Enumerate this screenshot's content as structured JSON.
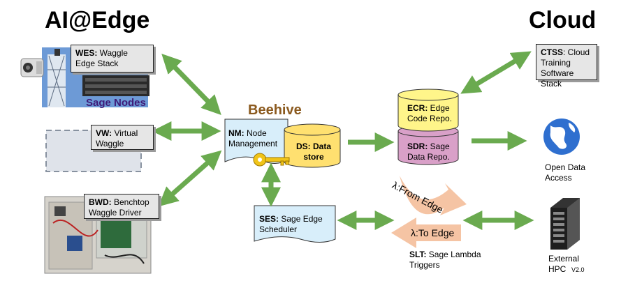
{
  "titles": {
    "left": "AI@Edge",
    "right": "Cloud",
    "center": "Beehive"
  },
  "boxes": {
    "wes": {
      "abbr": "WES:",
      "text": " Waggle Edge Stack"
    },
    "vw": {
      "abbr": "VW:",
      "text": " Virtual Waggle"
    },
    "bwd": {
      "abbr": "BWD:",
      "text": " Benchtop Waggle Driver"
    },
    "nm": {
      "abbr": "NM:",
      "text": " Node Management"
    },
    "ds": {
      "abbr": "DS: Data store"
    },
    "ses": {
      "abbr": "SES:",
      "text": " Sage Edge Scheduler"
    },
    "ecr": {
      "abbr": "ECR:",
      "text": " Edge Code Repo."
    },
    "sdr": {
      "abbr": "SDR:",
      "text": " Sage Data Repo."
    },
    "ctss": {
      "abbr": "CTSS",
      "text": ": Cloud Training Software Stack"
    },
    "slt": {
      "abbr": "SLT:",
      "text": " Sage Lambda Triggers"
    }
  },
  "labels": {
    "sage_nodes": "Sage Nodes",
    "from_edge": "λ:From Edge",
    "to_edge": "λ:To Edge",
    "open_data": "Open Data Access",
    "external_hpc": "External HPC",
    "version": "V2.0"
  },
  "colors": {
    "arrow": "#6aaa4f",
    "beehive": "#8b5a1f",
    "sage_nodes": "#3e1a78",
    "nm_fill": "#d8eefa",
    "ds_fill": "#ffe070",
    "ecr_fill": "#fff58a",
    "sdr_fill": "#d9a0c8",
    "lambda_arrow": "#f5c4a4",
    "key": "#f0c419"
  },
  "icons": [
    "camera-icon",
    "weather-tower-icon",
    "server-rack-icon",
    "key-icon",
    "globe-icon",
    "hpc-rack-icon"
  ]
}
